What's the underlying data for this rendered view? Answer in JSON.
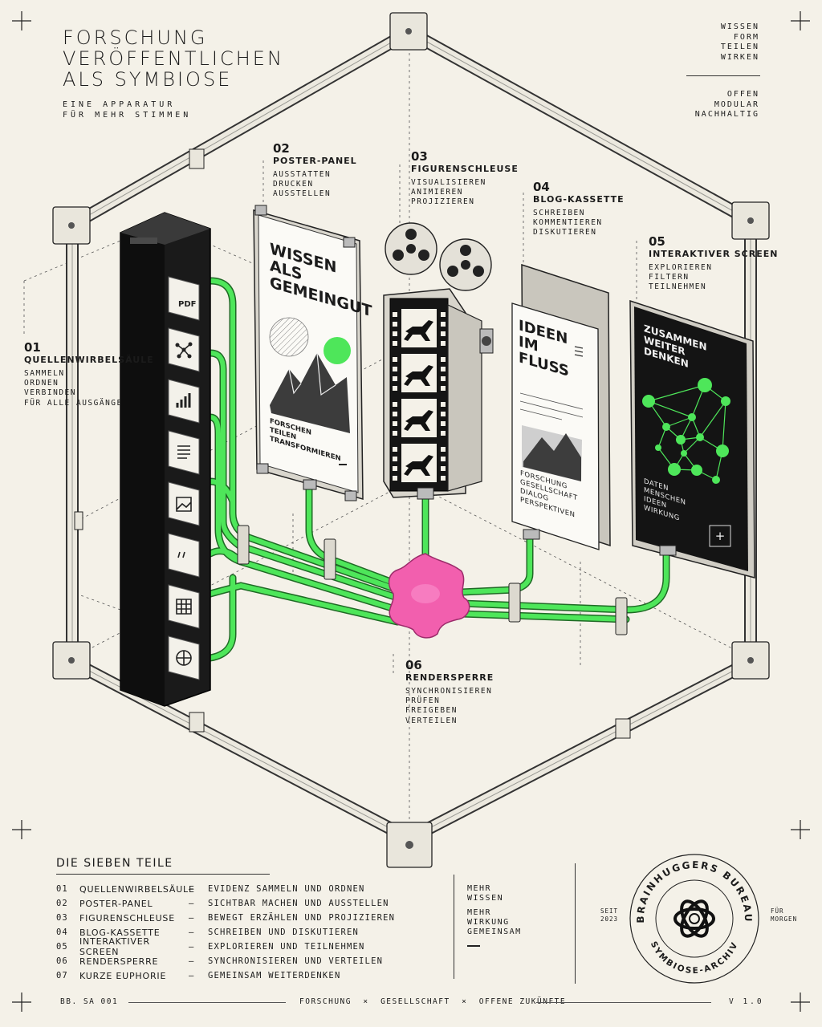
{
  "title": {
    "lines": [
      "FORSCHUNG",
      "VERÖFFENTLICHEN",
      "ALS SYMBIOSE"
    ]
  },
  "subtitle": {
    "lines": [
      "EINE APPARATUR",
      "FÜR MEHR STIMMEN"
    ]
  },
  "top_right": {
    "group1": [
      "WISSEN",
      "FORM",
      "TEILEN",
      "WIRKEN"
    ],
    "group2": [
      "OFFEN",
      "MODULAR",
      "NACHHALTIG"
    ]
  },
  "modules": [
    {
      "num": "01",
      "name": "QUELLENWIRBELSÄULE",
      "lines": [
        "SAMMELN",
        "ORDNEN",
        "VERBINDEN",
        "FÜR ALLE AUSGÄNGE"
      ]
    },
    {
      "num": "02",
      "name": "POSTER-PANEL",
      "lines": [
        "AUSSTATTEN",
        "DRUCKEN",
        "AUSSTELLEN"
      ]
    },
    {
      "num": "03",
      "name": "FIGURENSCHLEUSE",
      "lines": [
        "VISUALISIEREN",
        "ANIMIEREN",
        "PROJIZIEREN"
      ]
    },
    {
      "num": "04",
      "name": "BLOG-KASSETTE",
      "lines": [
        "SCHREIBEN",
        "KOMMENTIEREN",
        "DISKUTIEREN"
      ]
    },
    {
      "num": "05",
      "name": "INTERAKTIVER SCREEN",
      "lines": [
        "EXPLORIEREN",
        "FILTERN",
        "TEILNEHMEN"
      ]
    },
    {
      "num": "06",
      "name": "RENDERSPERRE",
      "lines": [
        "SYNCHRONISIEREN",
        "PRÜFEN",
        "FREIGEBEN",
        "VERTEILEN"
      ]
    }
  ],
  "spine_icons": [
    "pdf-icon",
    "network-icon",
    "bar-chart-icon",
    "document-icon",
    "image-icon",
    "quote-icon",
    "table-icon",
    "globe-icon"
  ],
  "spine_pdf_label": "PDF",
  "poster": {
    "headline": [
      "WISSEN",
      "ALS",
      "GEMEINGUT"
    ],
    "footer": [
      "FORSCHEN",
      "TEILEN",
      "TRANSFORMIEREN"
    ]
  },
  "blog": {
    "headline": [
      "IDEEN",
      "IM",
      "FLUSS"
    ],
    "footer": [
      "FORSCHUNG",
      "GESELLSCHAFT",
      "DIALOG",
      "PERSPEKTIVEN"
    ]
  },
  "screen": {
    "headline": [
      "ZUSAMMEN",
      "WEITER",
      "DENKEN"
    ],
    "footer": [
      "DATEN",
      "MENSCHEN",
      "IDEEN",
      "WIRKUNG"
    ],
    "button": "+"
  },
  "parts": {
    "title": "DIE SIEBEN TEILE",
    "rows": [
      {
        "num": "01",
        "name": "QUELLENWIRBELSÄULE",
        "desc": "EVIDENZ SAMMELN UND ORDNEN"
      },
      {
        "num": "02",
        "name": "POSTER-PANEL",
        "desc": "SICHTBAR MACHEN UND AUSSTELLEN"
      },
      {
        "num": "03",
        "name": "FIGURENSCHLEUSE",
        "desc": "BEWEGT ERZÄHLEN UND PROJIZIEREN"
      },
      {
        "num": "04",
        "name": "BLOG-KASSETTE",
        "desc": "SCHREIBEN UND DISKUTIEREN"
      },
      {
        "num": "05",
        "name": "INTERAKTIVER SCREEN",
        "desc": "EXPLORIEREN UND TEILNEHMEN"
      },
      {
        "num": "06",
        "name": "RENDERSPERRE",
        "desc": "SYNCHRONISIEREN UND VERTEILEN"
      },
      {
        "num": "07",
        "name": "KURZE EUPHORIE",
        "desc": "GEMEINSAM WEITERDENKEN"
      }
    ],
    "dash": "–"
  },
  "middle_text": {
    "group1": [
      "MEHR",
      "WISSEN"
    ],
    "group2": [
      "MEHR",
      "WIRKUNG",
      "GEMEINSAM"
    ]
  },
  "seal": {
    "top": "BRAINHUGGERS BUREAU",
    "bottom": "SYMBIOSE-ARCHIV",
    "left": [
      "SEIT",
      "2023"
    ],
    "right": [
      "FÜR",
      "MORGEN"
    ]
  },
  "footer": {
    "left": "BB. SA   001",
    "center": "FORSCHUNG  ×  GESELLSCHAFT  ×  OFFENE ZUKÜNFTE",
    "right": "V 1.0"
  },
  "colors": {
    "green": "#4ee65a",
    "pink": "#f25fae",
    "frame": "#e9e6dc",
    "ink": "#1b1b1b",
    "screen": "#141414",
    "background": "#f4f1e8"
  }
}
